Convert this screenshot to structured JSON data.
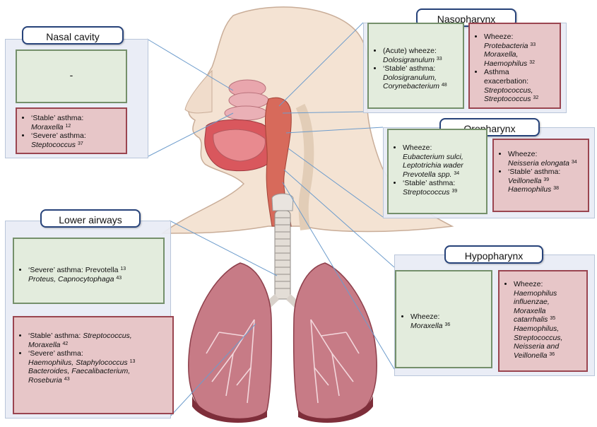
{
  "nasal_cavity": {
    "title": "Nasal cavity",
    "wheeze_text": "-",
    "asthma": [
      {
        "label": "‘Stable’ asthma:",
        "organisms": "Moraxella",
        "ref": "12"
      },
      {
        "label": "‘Severe’ asthma:",
        "organisms": "Steptococcus",
        "ref": "37"
      }
    ]
  },
  "nasopharynx": {
    "title": "Nasopharynx",
    "green": [
      {
        "label": "(Acute) wheeze:",
        "organisms": "Dolosigranulum",
        "ref": "33"
      },
      {
        "label": "‘Stable’ asthma:",
        "organisms": "Dolosigranulum,",
        "organisms2": "Corynebacterium",
        "ref": "48"
      }
    ],
    "red": [
      {
        "label": "Wheeze:",
        "organisms": "Protebacteria",
        "ref": "33",
        "organisms2": "Moraxella,",
        "organisms3": "Haemophilus",
        "ref2": "32"
      },
      {
        "label": "Asthma exacerbation:",
        "organisms": "Streptococcus,",
        "organisms2": "Streptococcus",
        "ref": "32"
      }
    ]
  },
  "oropharynx": {
    "title": "Oropharynx",
    "green": [
      {
        "label": "Wheeze:",
        "organisms": "Eubacterium sulci,",
        "organisms2": "Leptotrichia wader",
        "organisms3": "Prevotella spp.",
        "ref": "34"
      },
      {
        "label": "‘Stable’ asthma:",
        "organisms": "Streptococcus",
        "ref": "39"
      }
    ],
    "red": [
      {
        "label": "Wheeze:",
        "organisms": "Neisseria elongata",
        "ref": "34"
      },
      {
        "label": "‘Stable’ asthma:",
        "organisms": "Veillonella",
        "ref": "39",
        "organisms2": "Haemophilus",
        "ref2": "38"
      }
    ]
  },
  "hypopharynx": {
    "title": "Hypopharynx",
    "green": [
      {
        "label": "Wheeze:",
        "organisms": "Moraxella",
        "ref": "36"
      }
    ],
    "red": [
      {
        "label": "Wheeze:",
        "organisms": "Haemophilus",
        "organisms2": "influenzae,",
        "organisms3": "Moraxella",
        "organisms4": "catarrhalis",
        "ref": "35",
        "organisms5": "Haemophilus,",
        "organisms6": "Streptococcus,",
        "organisms7": "Neisseria and",
        "organisms8": "Veillonella",
        "ref2": "36"
      }
    ]
  },
  "lower_airways": {
    "title": "Lower airways",
    "green": [
      {
        "label": "‘Severe’ asthma:",
        "organisms_plain": "Prevotella",
        "ref": "13",
        "organisms2": "Proteus, Capnocytophaga",
        "ref2": "43"
      }
    ],
    "red": [
      {
        "label": "‘Stable’ asthma:",
        "organisms": "Streptococcus,",
        "organisms2": "Moraxella",
        "ref": "42"
      },
      {
        "label": "‘Severe’ asthma:",
        "organisms": "Haemophilus, Staphylococcus",
        "ref": "13",
        "organisms2": "Bacteroides, Faecalibacterium,",
        "organisms3": "Roseburia",
        "ref2": "43"
      }
    ]
  },
  "colors": {
    "green_fill": "#e3ecdd",
    "green_border": "#75906b",
    "red_fill": "#e7c6c8",
    "red_border": "#9a4550",
    "tab_border": "#27437a",
    "connector": "#6d9ccc"
  }
}
